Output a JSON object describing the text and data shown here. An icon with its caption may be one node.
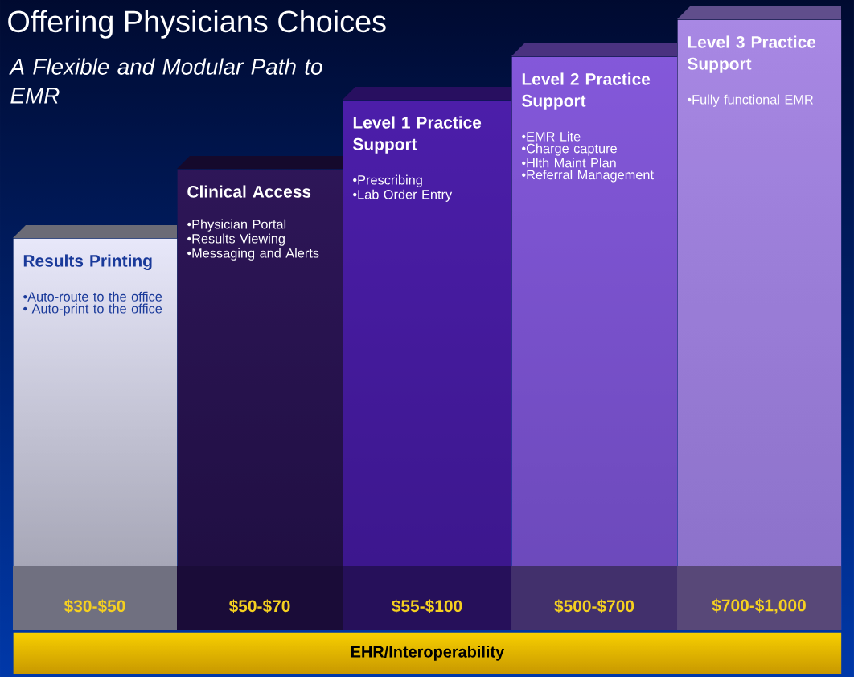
{
  "diagram": {
    "title": "Offering Physicians Choices",
    "caption": "A Flexible and Modular Path to EMR",
    "nodes": [
      {
        "text": [
          "Results Printing",
          "•Auto-route to the office",
          "• Auto-print to the office",
          "$30-$50"
        ]
      },
      {
        "text": [
          "Clinical Access",
          "•Physician Portal",
          "•Results Viewing",
          "•Messaging and Alerts",
          "$50-$70"
        ]
      },
      {
        "text": [
          "Level 1 Practice Support",
          "•Prescribing",
          "•Lab Order Entry",
          "$55-$100"
        ]
      },
      {
        "text": [
          "Level 2 Practice Support",
          "•EMR Lite",
          "•Charge capture",
          "•Hlth Maint Plan",
          "•Referral Management",
          "$500-$700"
        ]
      },
      {
        "text": [
          "Level 3 Practice Support",
          "•Fully functional EMR",
          "$700-$1,000"
        ]
      },
      {
        "text": [
          "EHR/Interoperability"
        ]
      }
    ],
    "edges": []
  }
}
